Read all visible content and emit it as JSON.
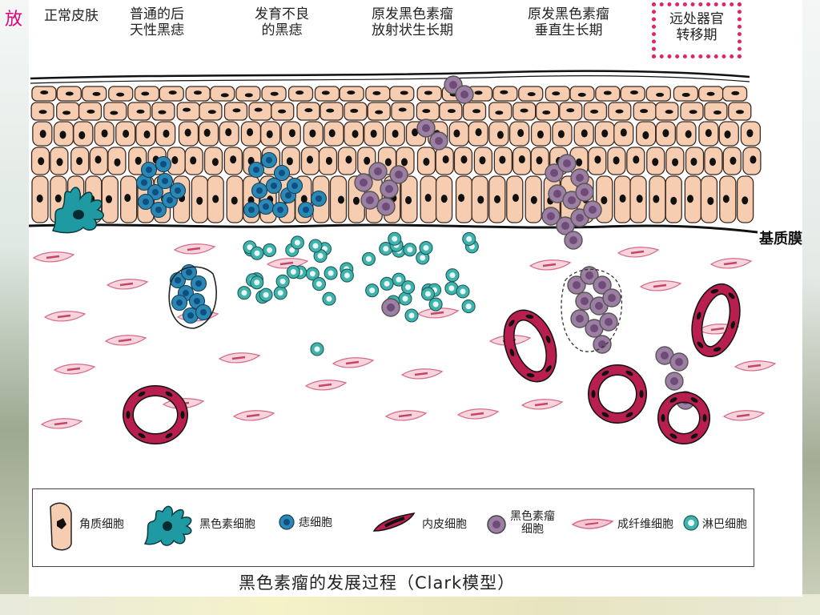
{
  "corner_char": "放",
  "stages": [
    {
      "line1": "正常皮肤",
      "line2": ""
    },
    {
      "line1": "普通的后",
      "line2": "天性黑痣"
    },
    {
      "line1": "发育不良",
      "line2": "的黑痣"
    },
    {
      "line1": "原发黑色素瘤",
      "line2": "放射状生长期"
    },
    {
      "line1": "原发黑色素瘤",
      "line2": "垂直生长期"
    },
    {
      "line1": "远处器官",
      "line2": "转移期"
    }
  ],
  "membrane_label": "基质膜",
  "legend": {
    "keratinocyte": "角质细胞",
    "melanocyte": "黑色素细胞",
    "nevus_cell": "痣细胞",
    "endothelial": "内皮细胞",
    "melanoma_line1": "黑色素瘤",
    "melanoma_line2": "细胞",
    "fibroblast": "成纤维细胞",
    "lymphocyte": "淋巴细胞"
  },
  "caption": "黑色素瘤的发展过程（Clark模型）",
  "colors": {
    "keratinocyte_fill": "#f6cdb0",
    "melanocyte": "#1f9aa2",
    "nevus": "#2b87b4",
    "lymph": "#3fb3ad",
    "melanoma": "#9d7fa3",
    "vessel": "#b81e4e",
    "fibroblast": "#e79ab1",
    "stage6_border": "#e0246c"
  }
}
